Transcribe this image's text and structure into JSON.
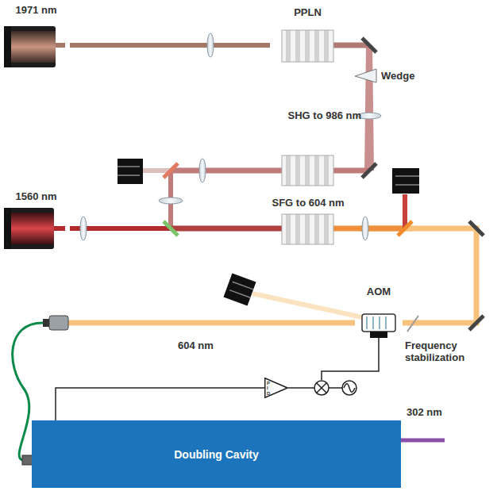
{
  "diagram": {
    "nodes": [
      {
        "text": [
          "1971 nm"
        ]
      },
      {
        "text": [
          "PPLN"
        ]
      },
      {
        "text": [
          "1560 nm"
        ]
      },
      {
        "text": [
          "SFG to 604 nm"
        ]
      },
      {
        "text": [
          "AOM"
        ]
      },
      {
        "text": [
          "P I D"
        ]
      },
      {
        "text": [
          "Doubling Cavity"
        ]
      }
    ],
    "edges": [
      {
        "from": 0,
        "to": 1,
        "arrow": "none"
      },
      {
        "from": 2,
        "to": 3,
        "arrow": "none"
      },
      {
        "from": 3,
        "to": 4,
        "arrow": "none"
      },
      {
        "from": 4,
        "to": 6,
        "arrow": "none"
      },
      {
        "from": 6,
        "to": 5,
        "arrow": "none"
      }
    ],
    "labels": [
      "SHG to 986 nm",
      "Wedge",
      "Frequency stabilization",
      "604 nm",
      "302 nm"
    ]
  }
}
